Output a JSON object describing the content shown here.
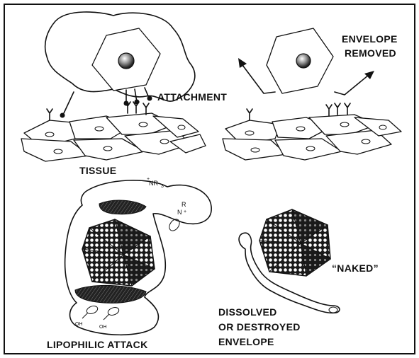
{
  "labels": {
    "attachment": "ATTACHMENT",
    "tissue": "TISSUE",
    "envelope_removed_1": "ENVELOPE",
    "envelope_removed_2": "REMOVED",
    "naked": "“NAKED”",
    "lipophilic_attack": "LIPOPHILIC ATTACK",
    "dissolved_1": "DISSOLVED",
    "dissolved_2": "OR DESTROYED",
    "dissolved_3": "ENVELOPE"
  },
  "chemistry": {
    "quat_ammonium": "NR",
    "quat_subscript": "3",
    "plus_sign": "+",
    "r_group": "R",
    "n_atom": "N",
    "hydroxyl_1": "OH",
    "hydroxyl_2": "OH"
  }
}
